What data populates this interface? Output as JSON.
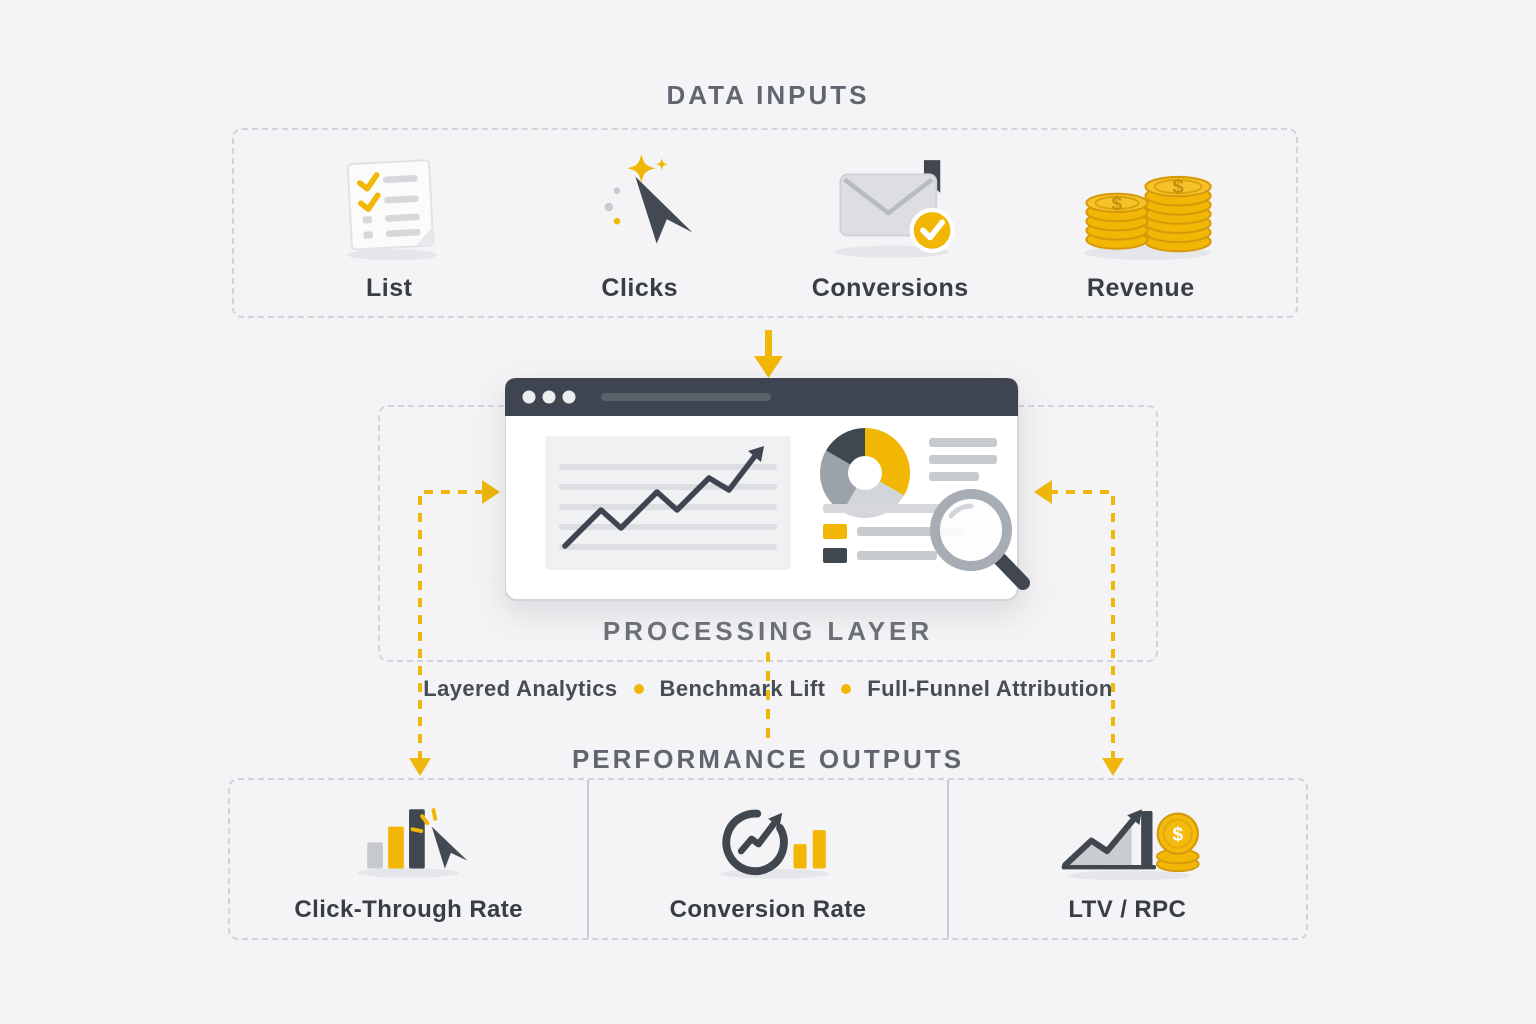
{
  "colors": {
    "accent": "#F2B705",
    "dark": "#40474F",
    "muted": "#C9CCD1",
    "background": "#F4F4F6"
  },
  "inputs": {
    "title": "DATA INPUTS",
    "items": [
      {
        "label": "List",
        "icon": "checklist-icon"
      },
      {
        "label": "Clicks",
        "icon": "cursor-click-icon"
      },
      {
        "label": "Conversions",
        "icon": "envelope-check-icon"
      },
      {
        "label": "Revenue",
        "icon": "coin-stacks-icon"
      }
    ]
  },
  "processing": {
    "title": "PROCESSING LAYER",
    "features": [
      "Layered Analytics",
      "Benchmark Lift",
      "Full-Funnel Attribution"
    ]
  },
  "outputs": {
    "title": "PERFORMANCE OUTPUTS",
    "items": [
      {
        "label": "Click-Through Rate",
        "icon": "ctr-bars-cursor-icon"
      },
      {
        "label": "Conversion Rate",
        "icon": "conversion-circle-arrow-icon"
      },
      {
        "label": "LTV / RPC",
        "icon": "ltv-trend-coin-icon"
      }
    ]
  },
  "icons": {
    "dollar": "$"
  }
}
